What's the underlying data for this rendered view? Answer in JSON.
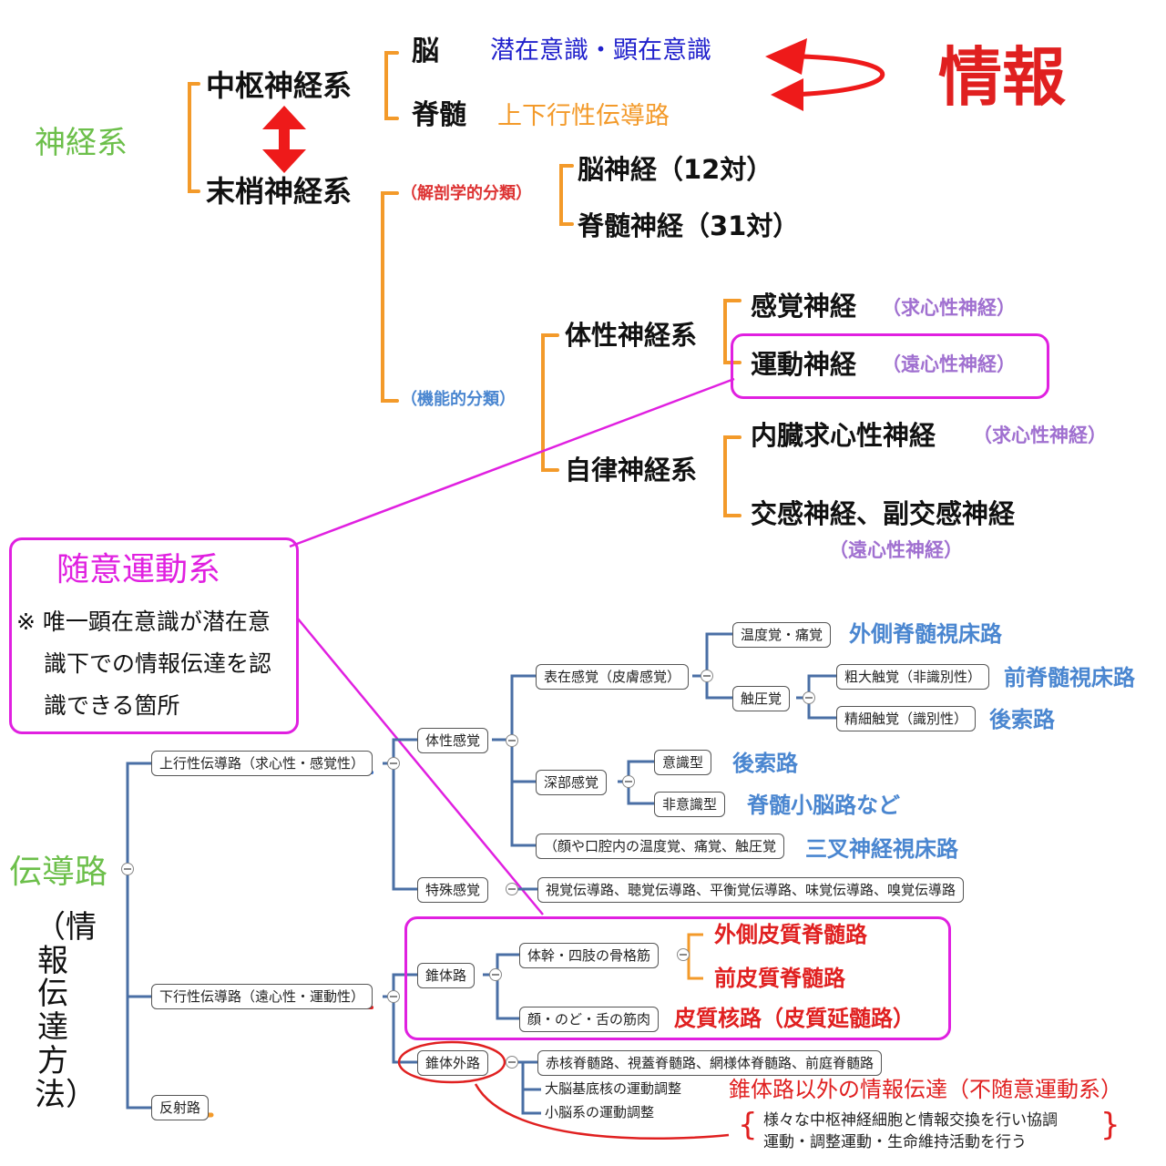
{
  "top": {
    "root": "神経系",
    "cns": "中枢神経系",
    "pns": "末梢神経系",
    "brain": "脳",
    "brain_note": "潜在意識・顕在意識",
    "spinal": "脊髄",
    "spinal_note": "上下行性伝導路",
    "info": "情報",
    "anat_label": "（解剖学的分類）",
    "cranial": "脳神経（12対）",
    "spinal_nerve": "脊髄神経（31対）",
    "func_label": "（機能的分類）",
    "somatic": "体性神経系",
    "sensory": "感覚神経",
    "sensory_note": "（求心性神経）",
    "motor": "運動神経",
    "motor_note": "（遠心性神経）",
    "autonomic": "自律神経系",
    "visceral": "内臓求心性神経",
    "visceral_note": "（求心性神経）",
    "symp": "交感神経、副交感神経",
    "symp_note": "（遠心性神経）"
  },
  "callout": {
    "title": "随意運動系",
    "line1": "※ 唯一顕在意識が潜在意",
    "line2": "識下での情報伝達を認",
    "line3": "識できる箇所"
  },
  "tree": {
    "root": "伝導路",
    "root_sub": "（情報伝達方法）",
    "ascending": "上行性伝導路（求心性・感覚性）",
    "somatic_sense": "体性感覚",
    "surface": "表在感覚（皮膚感覚）",
    "temp_pain": "温度覚・痛覚",
    "lat_spinothal": "外側脊髄視床路",
    "touch": "触圧覚",
    "crude_touch": "粗大触覚（非識別性）",
    "ant_spinothal": "前脊髄視床路",
    "fine_touch": "精細触覚（識別性）",
    "dorsal1": "後索路",
    "deep": "深部感覚",
    "conscious": "意識型",
    "dorsal2": "後索路",
    "unconscious": "非意識型",
    "spinocereb": "脊髄小脳路など",
    "face": "（顔や口腔内の温度覚、痛覚、触圧覚",
    "trigeminal": "三叉神経視床路",
    "special": "特殊感覚",
    "special_list": "視覚伝導路、聴覚伝導路、平衡覚伝導路、味覚伝導路、嗅覚伝導路",
    "descending": "下行性伝導路（遠心性・運動性）",
    "pyramidal": "錐体路",
    "trunk": "体幹・四肢の骨格筋",
    "lat_cortico": "外側皮質脊髄路",
    "ant_cortico": "前皮質脊髄路",
    "face_muscle": "顔・のど・舌の筋肉",
    "corticobulbar": "皮質核路（皮質延髄路）",
    "extrapyramidal": "錐体外路",
    "extra_list": "赤核脊髄路、視蓋脊髄路、網様体脊髄路、前庭脊髄路",
    "basal": "大脳基底核の運動調整",
    "cereb": "小脳系の運動調整",
    "reflex": "反射路",
    "non_voluntary": "錐体路以外の情報伝達（不随意運動系）",
    "note_open": "{",
    "note1": "様々な中枢神経細胞と情報交換を行い協調",
    "note2": "運動・調整運動・生命維持活動を行う",
    "note_close": "}"
  },
  "colors": {
    "orange": "#f39a2a",
    "red": "#e02020",
    "pink": "#e020e0",
    "navy": "#3a6bb3",
    "green": "#6cbf4a"
  }
}
